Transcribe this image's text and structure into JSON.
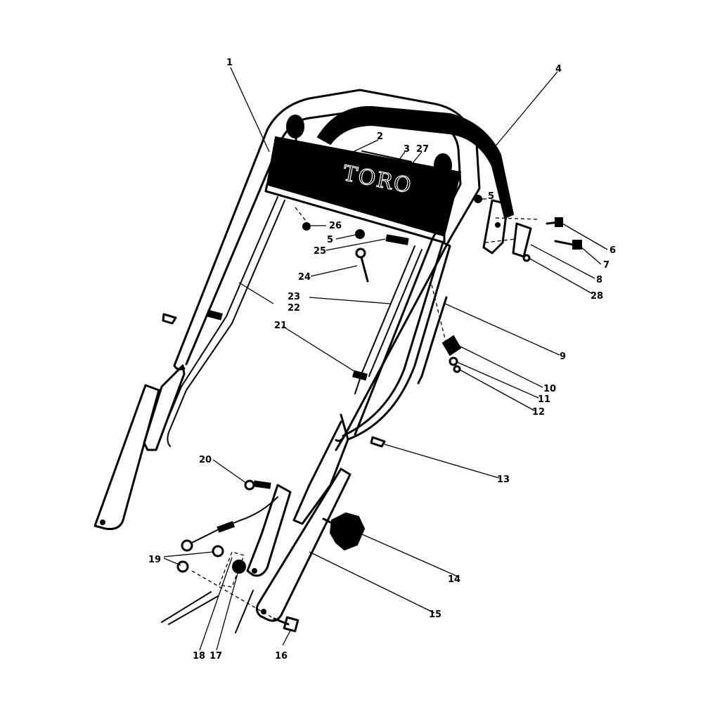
{
  "brand_text": "TORO",
  "colors": {
    "ink": "#000000",
    "paper": "#ffffff"
  },
  "callouts": [
    {
      "id": "1",
      "label": "1"
    },
    {
      "id": "2",
      "label": "2"
    },
    {
      "id": "3",
      "label": "3"
    },
    {
      "id": "27",
      "label": "27"
    },
    {
      "id": "4",
      "label": "4"
    },
    {
      "id": "5a",
      "label": "5"
    },
    {
      "id": "6",
      "label": "6"
    },
    {
      "id": "7",
      "label": "7"
    },
    {
      "id": "8",
      "label": "8"
    },
    {
      "id": "28",
      "label": "28"
    },
    {
      "id": "26",
      "label": "26"
    },
    {
      "id": "5b",
      "label": "5"
    },
    {
      "id": "25",
      "label": "25"
    },
    {
      "id": "24",
      "label": "24"
    },
    {
      "id": "23",
      "label": "23"
    },
    {
      "id": "22",
      "label": "22"
    },
    {
      "id": "9",
      "label": "9"
    },
    {
      "id": "21",
      "label": "21"
    },
    {
      "id": "10",
      "label": "10"
    },
    {
      "id": "11",
      "label": "11"
    },
    {
      "id": "12",
      "label": "12"
    },
    {
      "id": "13",
      "label": "13"
    },
    {
      "id": "20",
      "label": "20"
    },
    {
      "id": "14",
      "label": "14"
    },
    {
      "id": "19",
      "label": "19"
    },
    {
      "id": "15",
      "label": "15"
    },
    {
      "id": "18",
      "label": "18"
    },
    {
      "id": "17",
      "label": "17"
    },
    {
      "id": "16",
      "label": "16"
    }
  ]
}
